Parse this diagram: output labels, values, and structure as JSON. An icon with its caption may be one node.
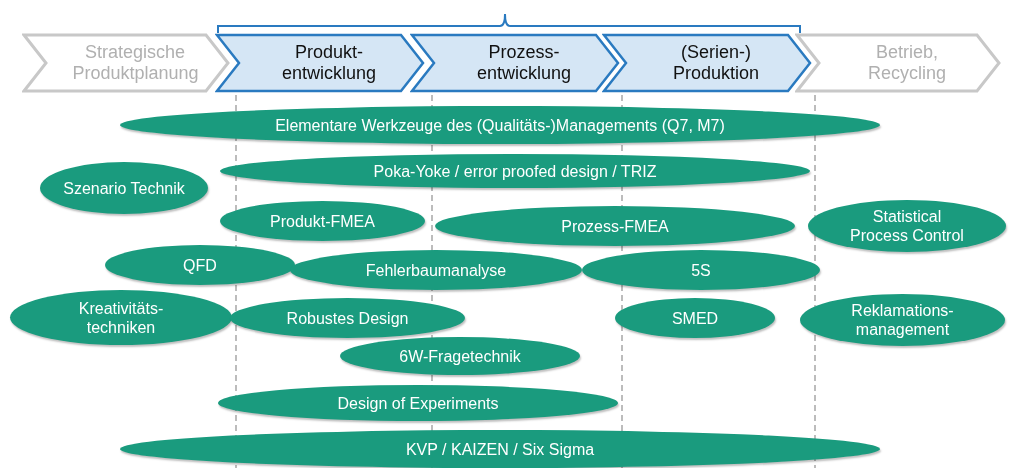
{
  "diagram": {
    "nodes": [
      {
        "text": [
          "Strategische Produktplanung"
        ]
      },
      {
        "text": [
          "Produkt- entwicklung"
        ]
      },
      {
        "text": [
          "Prozess- entwicklung"
        ]
      },
      {
        "text": [
          "(Serien-) Produktion"
        ]
      },
      {
        "text": [
          "Betrieb, Recycling"
        ]
      },
      {
        "text": [
          "Elementare Werkzeuge des (Qualitäts-)Managements (Q7, M7)"
        ]
      },
      {
        "text": [
          "Szenario Technik"
        ]
      },
      {
        "text": [
          "Poka-Yoke / error proofed design / TRIZ"
        ]
      },
      {
        "text": [
          "Produkt-FMEA"
        ]
      },
      {
        "text": [
          "Prozess-FMEA"
        ]
      },
      {
        "text": [
          "Statistical Process Control"
        ]
      },
      {
        "text": [
          "QFD"
        ]
      },
      {
        "text": [
          "Fehlerbaumanalyse"
        ]
      },
      {
        "text": [
          "5S"
        ]
      },
      {
        "text": [
          "Kreativitäts- techniken"
        ]
      },
      {
        "text": [
          "Robustes Design"
        ]
      },
      {
        "text": [
          "SMED"
        ]
      },
      {
        "text": [
          "Reklamations- management"
        ]
      },
      {
        "text": [
          "6W-Fragetechnik"
        ]
      },
      {
        "text": [
          "Design of Experiments"
        ]
      },
      {
        "text": [
          "KVP / KAIZEN / Six Sigma"
        ]
      }
    ],
    "edges": []
  }
}
